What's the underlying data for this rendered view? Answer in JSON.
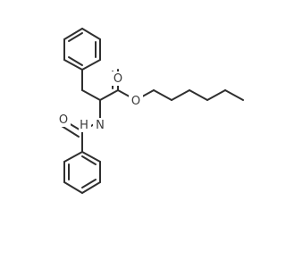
{
  "molecule": {
    "atom_labels": {
      "carbonyl_ester_O": "O",
      "ester_O": "O",
      "amide_O": "O",
      "amide_N": "N",
      "amide_H": "H"
    }
  }
}
